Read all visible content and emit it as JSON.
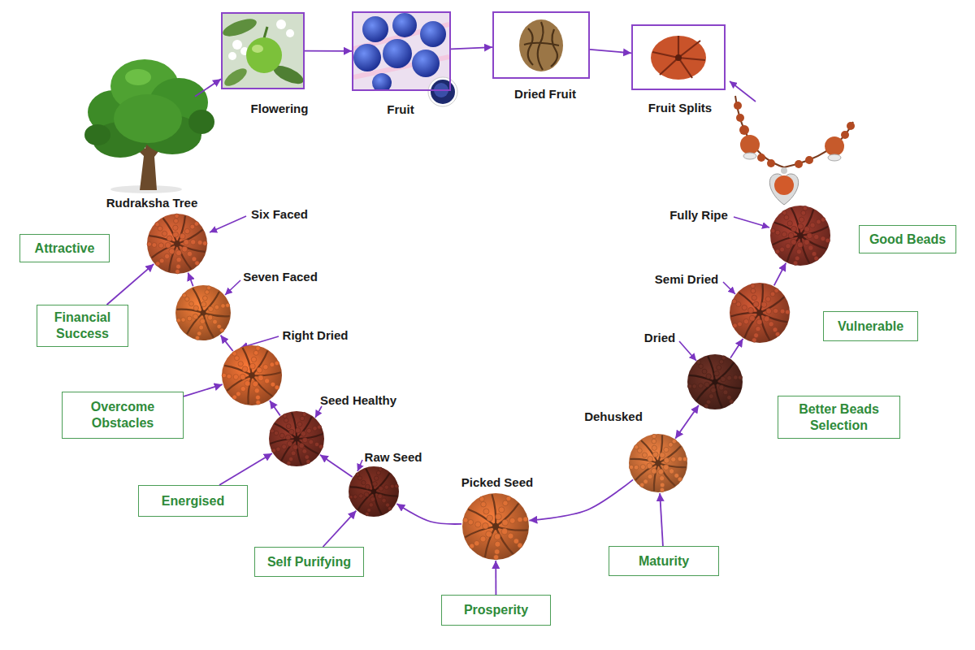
{
  "diagram": {
    "nodes": [
      {
        "text": [
          "Rudraksha Tree"
        ]
      },
      {
        "text": [
          "Flowering"
        ]
      },
      {
        "text": [
          "Fruit"
        ]
      },
      {
        "text": [
          "Dried Fruit"
        ]
      },
      {
        "text": [
          "Fruit Splits"
        ]
      },
      {
        "text": [
          "Six Faced"
        ]
      },
      {
        "text": [
          "Seven Faced"
        ]
      },
      {
        "text": [
          "Right Dried"
        ]
      },
      {
        "text": [
          "Seed Healthy"
        ]
      },
      {
        "text": [
          "Raw Seed"
        ]
      },
      {
        "text": [
          "Picked Seed"
        ]
      },
      {
        "text": [
          "Dehusked"
        ]
      },
      {
        "text": [
          "Dried"
        ]
      },
      {
        "text": [
          "Semi Dried"
        ]
      },
      {
        "text": [
          "Fully Ripe"
        ]
      },
      {
        "text": [
          "Attractive"
        ]
      },
      {
        "text": [
          "Financial Success"
        ]
      },
      {
        "text": [
          "Overcome Obstacles"
        ]
      },
      {
        "text": [
          "Energised"
        ]
      },
      {
        "text": [
          "Self Purifying"
        ]
      },
      {
        "text": [
          "Prosperity"
        ]
      },
      {
        "text": [
          "Maturity"
        ]
      },
      {
        "text": [
          "Better Beads Selection"
        ]
      },
      {
        "text": [
          "Vulnerable"
        ]
      },
      {
        "text": [
          "Good Beads"
        ]
      }
    ],
    "edges": [
      {
        "from": 0,
        "to": 1,
        "arrow": "to"
      },
      {
        "from": 1,
        "to": 2,
        "arrow": "to"
      },
      {
        "from": 2,
        "to": 3,
        "arrow": "to"
      },
      {
        "from": 3,
        "to": 4,
        "arrow": "to"
      },
      {
        "from": 10,
        "to": 9,
        "arrow": "to"
      },
      {
        "from": 9,
        "to": 8,
        "arrow": "to"
      },
      {
        "from": 8,
        "to": 7,
        "arrow": "to"
      },
      {
        "from": 7,
        "to": 6,
        "arrow": "to"
      },
      {
        "from": 6,
        "to": 5,
        "arrow": "to"
      },
      {
        "from": 11,
        "to": 10,
        "arrow": "to"
      },
      {
        "from": 11,
        "to": 12,
        "arrow": "both"
      },
      {
        "from": 12,
        "to": 13,
        "arrow": "to"
      },
      {
        "from": 13,
        "to": 14,
        "arrow": "to"
      },
      {
        "from": 16,
        "to": 5,
        "arrow": "to"
      },
      {
        "from": 17,
        "to": 7,
        "arrow": "to"
      },
      {
        "from": 18,
        "to": 8,
        "arrow": "to"
      },
      {
        "from": 19,
        "to": 9,
        "arrow": "to"
      },
      {
        "from": 20,
        "to": 10,
        "arrow": "to"
      },
      {
        "from": 21,
        "to": 11,
        "arrow": "to"
      }
    ]
  }
}
